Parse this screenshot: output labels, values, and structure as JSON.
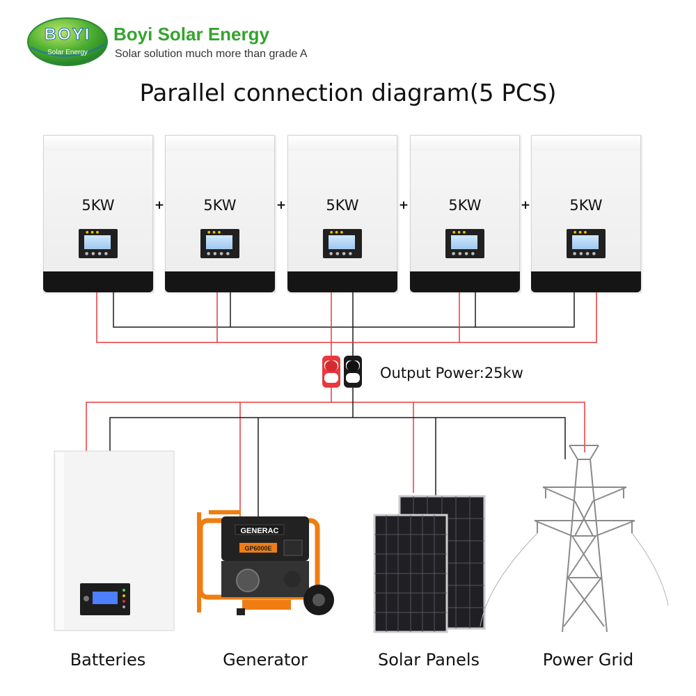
{
  "header": {
    "logo_text": "BOYI",
    "logo_subtext": "Solar Energy",
    "brand_name": "Boyi Solar Energy",
    "tagline": "Solar solution much more than grade A"
  },
  "title": "Parallel connection diagram(5 PCS)",
  "inverters": [
    {
      "rating": "5KW"
    },
    {
      "rating": "5KW"
    },
    {
      "rating": "5KW"
    },
    {
      "rating": "5KW"
    },
    {
      "rating": "5KW"
    }
  ],
  "plus_sign": "+",
  "output_label": "Output Power:25kw",
  "devices": [
    {
      "label": "Batteries"
    },
    {
      "label": "Generator"
    },
    {
      "label": "Solar Panels"
    },
    {
      "label": "Power Grid"
    }
  ],
  "generator_brand": "GENERAC",
  "generator_model": "GP6000E",
  "colors": {
    "brand_green": "#35a32e",
    "logo_blue": "#1b6fb3",
    "positive_wire": "#e8383d",
    "negative_wire": "#1a1a1a",
    "generator_orange": "#f07d12"
  }
}
